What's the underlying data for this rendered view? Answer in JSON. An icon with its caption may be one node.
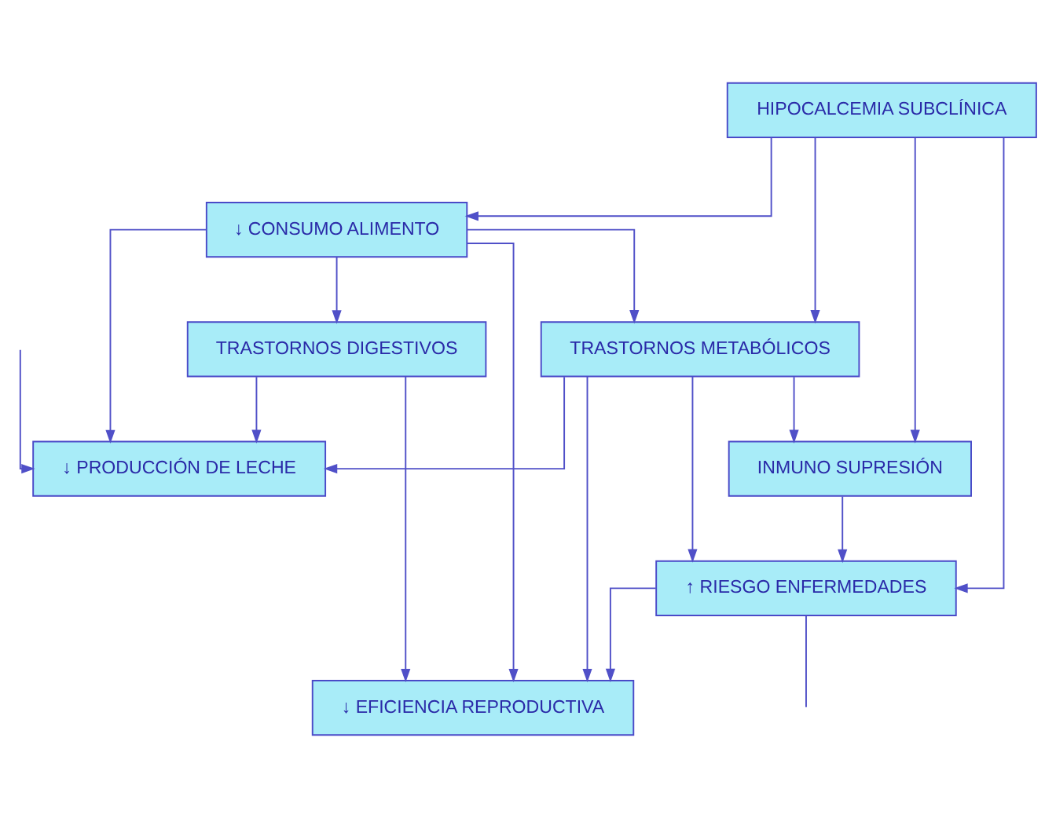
{
  "diagram": {
    "nodes": [
      {
        "text": [
          "HIPOCALCEMIA SUBCLÍNICA"
        ]
      },
      {
        "text": [
          "↓ CONSUMO ALIMENTO"
        ]
      },
      {
        "text": [
          "TRASTORNOS DIGESTIVOS"
        ]
      },
      {
        "text": [
          "TRASTORNOS METABÓLICOS"
        ]
      },
      {
        "text": [
          "↓ PRODUCCIÓN DE LECHE"
        ]
      },
      {
        "text": [
          "INMUNO SUPRESIÓN"
        ]
      },
      {
        "text": [
          "↑ RIESGO ENFERMEDADES"
        ]
      },
      {
        "text": [
          "↓ EFICIENCIA REPRODUCTIVA"
        ]
      }
    ],
    "edges": [
      {
        "from": 0,
        "to": 1,
        "arrow": "to"
      },
      {
        "from": 0,
        "to": 3,
        "arrow": "to"
      },
      {
        "from": 0,
        "to": 5,
        "arrow": "to"
      },
      {
        "from": 0,
        "to": 6,
        "arrow": "to"
      },
      {
        "from": 1,
        "to": 3,
        "arrow": "to"
      },
      {
        "from": 1,
        "to": 2,
        "arrow": "to"
      },
      {
        "from": 1,
        "to": 4,
        "arrow": "to"
      },
      {
        "from": 1,
        "to": 7,
        "arrow": "to"
      },
      {
        "from": 2,
        "to": 4,
        "arrow": "to"
      },
      {
        "from": 2,
        "to": 7,
        "arrow": "to"
      },
      {
        "from": 3,
        "to": 5,
        "arrow": "to"
      },
      {
        "from": 3,
        "to": 4,
        "arrow": "to"
      },
      {
        "from": 3,
        "to": 7,
        "arrow": "to"
      },
      {
        "from": 3,
        "to": 6,
        "arrow": "to"
      },
      {
        "from": 5,
        "to": 6,
        "arrow": "to"
      },
      {
        "from": 6,
        "to": 7,
        "arrow": "to"
      },
      {
        "from": 6,
        "to": null,
        "arrow": "none"
      },
      {
        "from": null,
        "to": 4,
        "arrow": "to"
      }
    ]
  }
}
